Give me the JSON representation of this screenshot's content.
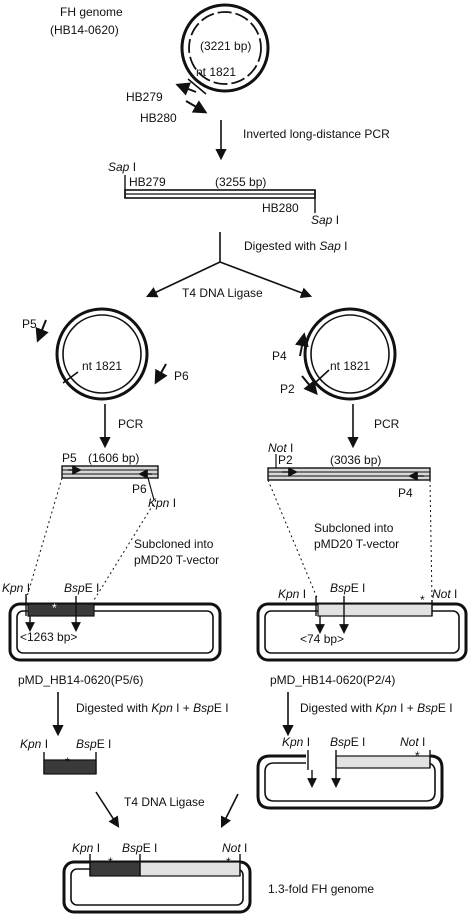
{
  "genome": {
    "title_line1": "FH genome",
    "title_line2": "(HB14-0620)",
    "size": "(3221 bp)",
    "nt": "nt 1821",
    "primer_a": "HB279",
    "primer_b": "HB280"
  },
  "steps": {
    "inverted_pcr": "Inverted long-distance PCR",
    "digested_with": "Digested with",
    "sap_enzyme": "Sap",
    "t4_ligase": "T4 DNA Ligase",
    "pcr": "PCR",
    "subcloned_line1": "Subcloned into",
    "subcloned_line2": "pMD20 T-vector",
    "digest_kpn_bsp": "Digested with",
    "plus": "+"
  },
  "linear_product": {
    "site_sap": "Sap",
    "site_numeral": "I",
    "primer_a": "HB279",
    "primer_b": "HB280",
    "size": "(3255 bp)"
  },
  "circle_left": {
    "p5": "P5",
    "p6": "P6",
    "nt": "nt 1821"
  },
  "circle_right": {
    "p4": "P4",
    "p2": "P2",
    "nt": "nt 1821"
  },
  "pcr_left": {
    "p5": "P5",
    "p6": "P6",
    "size": "(1606 bp)",
    "kpn": "Kpn",
    "numeral": "I"
  },
  "pcr_right": {
    "not": "Not",
    "numeral": "I",
    "p2": "P2",
    "p4": "P4",
    "size": "(3036 bp)"
  },
  "plasmid_left": {
    "kpn": "Kpn",
    "bsp": "Bsp",
    "e": "E",
    "numeral": "I",
    "star": "*",
    "size": "<1263 bp>",
    "name": "pMD_HB14-0620(P5/6)"
  },
  "plasmid_right": {
    "kpn": "Kpn",
    "bsp": "Bsp",
    "e": "E",
    "not": "Not",
    "numeral": "I",
    "star": "*",
    "size": "<74 bp>",
    "name": "pMD_HB14-0620(P2/4)"
  },
  "enzymes": {
    "kpn": "Kpn",
    "bsp": "Bsp",
    "e": "E",
    "not": "Not",
    "numeral": "I"
  },
  "final": {
    "label": "1.3-fold FH genome",
    "star": "*"
  },
  "colors": {
    "dark_fragment": "#3a3a3a",
    "light_fragment": "#e2e2e2",
    "stroke": "#111111"
  }
}
